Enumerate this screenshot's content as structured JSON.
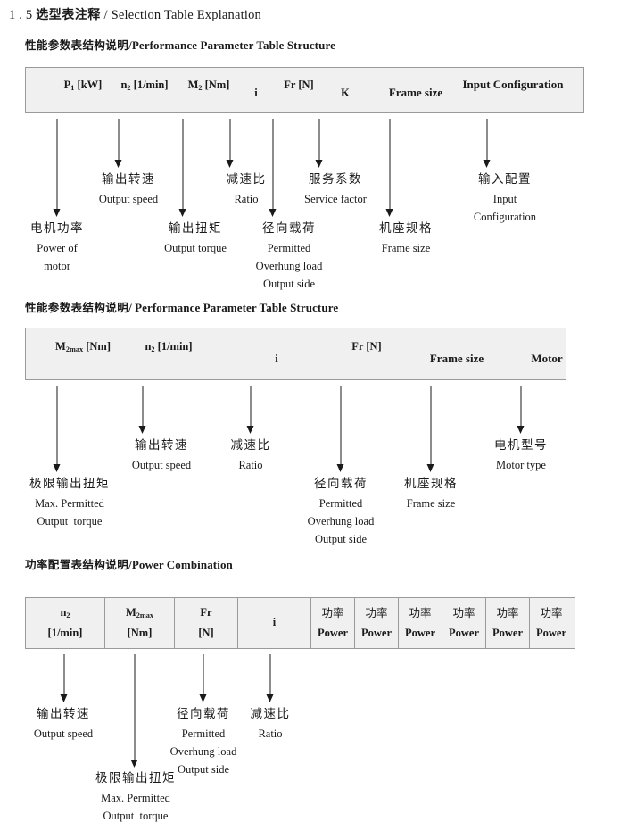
{
  "document": {
    "title_number": "1 . 5",
    "title_cn": "选型表注释",
    "title_sep": "/",
    "title_en": "Selection Table Explanation"
  },
  "sections": [
    {
      "heading_cn": "性能参数表结构说明",
      "heading_sep": "/",
      "heading_en": "Performance Parameter Table Structure",
      "table": {
        "columns": [
          {
            "symbol": "P",
            "sub": "1",
            "unit": "[kW]"
          },
          {
            "symbol": "n",
            "sub": "2",
            "unit": "[1/min]"
          },
          {
            "symbol": "M",
            "sub": "2",
            "unit": "[Nm]"
          },
          {
            "symbol": "i",
            "sub": "",
            "unit": ""
          },
          {
            "symbol": "Fr",
            "sub": "",
            "unit": "[N]"
          },
          {
            "symbol": "K",
            "sub": "",
            "unit": ""
          },
          {
            "symbol": "Frame size",
            "sub": "",
            "unit": ""
          },
          {
            "symbol": "Input",
            "sub": "",
            "unit": "Configuration"
          }
        ]
      },
      "notes": [
        {
          "cn": "电机功率",
          "en1": "Power of",
          "en2": "motor",
          "en3": "",
          "en4": ""
        },
        {
          "cn": "输出转速",
          "en1": "Output speed",
          "en2": "",
          "en3": "",
          "en4": ""
        },
        {
          "cn": "输出扭矩",
          "en1": "Output torque",
          "en2": "",
          "en3": "",
          "en4": ""
        },
        {
          "cn": "减速比",
          "en1": "Ratio",
          "en2": "",
          "en3": "",
          "en4": ""
        },
        {
          "cn": "径向载荷",
          "en1": "Permitted",
          "en2": "Overhung load",
          "en3": "Output side",
          "en4": ""
        },
        {
          "cn": "服务系数",
          "en1": "Service factor",
          "en2": "",
          "en3": "",
          "en4": ""
        },
        {
          "cn": "机座规格",
          "en1": "Frame size",
          "en2": "",
          "en3": "",
          "en4": ""
        },
        {
          "cn": "输入配置",
          "en1": "Input",
          "en2": "Configuration",
          "en3": "",
          "en4": ""
        }
      ]
    },
    {
      "heading_cn": "性能参数表结构说明",
      "heading_sep": "/",
      "heading_en": "Performance Parameter Table Structure",
      "table": {
        "columns": [
          {
            "symbol": "M",
            "sub": "2max",
            "unit": "[Nm]"
          },
          {
            "symbol": "n",
            "sub": "2",
            "unit": "[1/min]"
          },
          {
            "symbol": "i",
            "sub": "",
            "unit": ""
          },
          {
            "symbol": "Fr",
            "sub": "",
            "unit": "[N]"
          },
          {
            "symbol": "Frame size",
            "sub": "",
            "unit": ""
          },
          {
            "symbol": "Motor",
            "sub": "",
            "unit": ""
          }
        ]
      },
      "notes": [
        {
          "cn": "极限输出扭矩",
          "en1": "Max. Permitted",
          "en2": "Output  torque",
          "en3": "",
          "en4": ""
        },
        {
          "cn": "输出转速",
          "en1": "Output speed",
          "en2": "",
          "en3": "",
          "en4": ""
        },
        {
          "cn": "减速比",
          "en1": "Ratio",
          "en2": "",
          "en3": "",
          "en4": ""
        },
        {
          "cn": "径向载荷",
          "en1": "Permitted",
          "en2": "Overhung load",
          "en3": "Output side",
          "en4": ""
        },
        {
          "cn": "机座规格",
          "en1": "Frame size",
          "en2": "",
          "en3": "",
          "en4": ""
        },
        {
          "cn": "电机型号",
          "en1": "Motor type",
          "en2": "",
          "en3": "",
          "en4": ""
        }
      ]
    },
    {
      "heading_cn": "功率配置表结构说明",
      "heading_sep": "/",
      "heading_en": "Power Combination",
      "table": {
        "columns": [
          {
            "symbol": "n",
            "sub": "2",
            "unit": "[1/min]"
          },
          {
            "symbol": "M",
            "sub": "2max",
            "unit": "[Nm]"
          },
          {
            "symbol": "Fr",
            "sub": "",
            "unit": "[N]"
          },
          {
            "symbol": "i",
            "sub": "",
            "unit": ""
          },
          {
            "symbol": "功率",
            "sub": "",
            "unit": "Power"
          },
          {
            "symbol": "功率",
            "sub": "",
            "unit": "Power"
          },
          {
            "symbol": "功率",
            "sub": "",
            "unit": "Power"
          },
          {
            "symbol": "功率",
            "sub": "",
            "unit": "Power"
          },
          {
            "symbol": "功率",
            "sub": "",
            "unit": "Power"
          },
          {
            "symbol": "功率",
            "sub": "",
            "unit": "Power"
          }
        ]
      },
      "notes": [
        {
          "cn": "输出转速",
          "en1": "Output speed",
          "en2": "",
          "en3": "",
          "en4": ""
        },
        {
          "cn": "极限输出扭矩",
          "en1": "Max. Permitted",
          "en2": "Output  torque",
          "en3": "",
          "en4": ""
        },
        {
          "cn": "径向载荷",
          "en1": "Permitted",
          "en2": "Overhung load",
          "en3": "Output side",
          "en4": ""
        },
        {
          "cn": "减速比",
          "en1": "Ratio",
          "en2": "",
          "en3": "",
          "en4": ""
        }
      ]
    }
  ],
  "colors": {
    "table_fill": "#f0f0f0",
    "table_border": "#9a9a9a",
    "text": "#1a1a1a"
  }
}
